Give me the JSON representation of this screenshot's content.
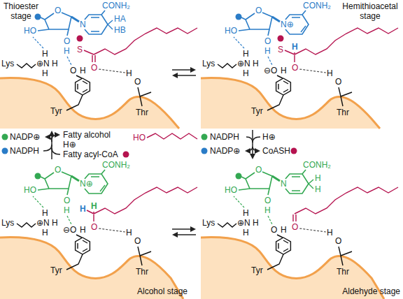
{
  "diagram": {
    "labels": [
      "Thioester stage",
      "CONH₂",
      "O",
      "N",
      "HA",
      "HB",
      "HO",
      "O",
      "H",
      "Lys",
      "H",
      "⊕N",
      "H",
      "H",
      "S",
      "O",
      "H",
      "O",
      "Tyr",
      "H",
      "O",
      "Thr",
      "Hemithioacetal stage",
      "CONH₂",
      "O",
      "N⊕",
      "HO",
      "O",
      "H",
      "Lys",
      "H",
      "⊕N",
      "H",
      "H",
      "S",
      "H",
      "⊖O",
      "H",
      "O",
      "Tyr",
      "H",
      "O",
      "Thr",
      "NADP⊕",
      "NADPH",
      "Fatty alcohol",
      "H⊕",
      "Fatty acyl-CoA",
      "HO",
      "NADPH",
      "NADP⊕",
      "H⊕",
      "CoASH",
      "CONH₂",
      "O",
      "N⊕",
      "HO",
      "O",
      "H",
      "Lys",
      "H",
      "⊕N",
      "H",
      "H",
      "H",
      "H",
      "⊖O",
      "H",
      "O",
      "Tyr",
      "H",
      "O",
      "Thr",
      "Alcohol stage",
      "CONH₂",
      "O",
      "N",
      "H",
      "H",
      "HO",
      "O",
      "H",
      "Lys",
      "H",
      "⊕N",
      "H",
      "H",
      "O",
      "H",
      "O",
      "Tyr",
      "H",
      "O",
      "Thr",
      "Aldehyde stage"
    ]
  }
}
